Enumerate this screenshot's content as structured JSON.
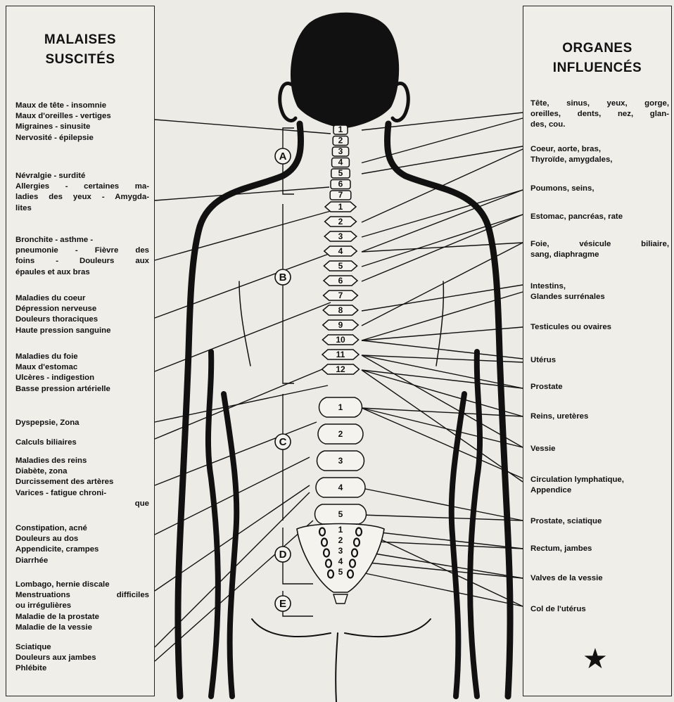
{
  "left_panel": {
    "title_line1": "MALAISES",
    "title_line2": "SUSCITÉS",
    "items": [
      {
        "lines": [
          "Maux de tête - insomnie",
          "Maux d'oreilles - vertiges",
          "Migraines - sinusite",
          "Nervosité - épilepsie"
        ]
      },
      {
        "lines": [
          "Névralgie - surdité",
          "Allergies - certaines ma-",
          "ladies des yeux - Amygda-",
          "lites"
        ]
      },
      {
        "lines": [
          "Bronchite - asthme -",
          "pneumonie - Fièvre des",
          "foins - Douleurs aux",
          "épaules et aux bras"
        ]
      },
      {
        "lines": [
          "Maladies du coeur",
          "Dépression nerveuse",
          "Douleurs thoraciques",
          "Haute pression sanguine"
        ]
      },
      {
        "lines": [
          "Maladies du foie",
          "Maux d'estomac",
          "Ulcères - indigestion",
          "Basse pression artérielle"
        ]
      },
      {
        "lines": [
          "Dyspepsie, Zona"
        ]
      },
      {
        "lines": [
          "Calculs biliaires"
        ]
      },
      {
        "lines": [
          "Maladies des reins",
          "Diabète, zona",
          "Durcissement des artères",
          "Varices - fatigue chroni-",
          "que"
        ]
      },
      {
        "lines": [
          "Constipation, acné",
          "Douleurs au dos",
          "Appendicite, crampes",
          "Diarrhée"
        ]
      },
      {
        "lines": [
          "Lombago, hernie discale",
          "Menstruations difficiles",
          "ou irrégulières",
          "Maladie de la prostate",
          "Maladie de la vessie"
        ]
      },
      {
        "lines": [
          "Sciatique",
          "Douleurs aux jambes",
          "Phlébite"
        ]
      }
    ]
  },
  "right_panel": {
    "title_line1": "ORGANES",
    "title_line2": "INFLUENCÉS",
    "items": [
      {
        "lines": [
          "Tête, sinus, yeux, gorge,",
          "oreilles, dents, nez, glan-",
          "des, cou."
        ]
      },
      {
        "lines": [
          "Coeur, aorte, bras,",
          "Thyroïde, amygdales,"
        ]
      },
      {
        "lines": [
          "Poumons, seins,"
        ]
      },
      {
        "lines": [
          "Estomac, pancréas, rate"
        ]
      },
      {
        "lines": [
          "Foie, vésicule biliaire,",
          "sang, diaphragme"
        ]
      },
      {
        "lines": [
          "Intestins,",
          "Glandes surrénales"
        ]
      },
      {
        "lines": [
          "Testicules ou ovaires"
        ]
      },
      {
        "lines": [
          "Utérus"
        ]
      },
      {
        "lines": [
          "Prostate"
        ]
      },
      {
        "lines": [
          "Reins, uretères"
        ]
      },
      {
        "lines": [
          "Vessie"
        ]
      },
      {
        "lines": [
          "Circulation lymphatique,",
          "Appendice"
        ]
      },
      {
        "lines": [
          "Prostate, sciatique"
        ]
      },
      {
        "lines": [
          "Rectum, jambes"
        ]
      },
      {
        "lines": [
          "Valves de la vessie"
        ]
      },
      {
        "lines": [
          "Col de l'utérus"
        ]
      }
    ],
    "star": "★"
  },
  "spine": {
    "sections": [
      "A",
      "B",
      "C",
      "D",
      "E"
    ],
    "cervical": [
      "1",
      "2",
      "3",
      "4",
      "5",
      "6",
      "7"
    ],
    "thoracic": [
      "1",
      "2",
      "3",
      "4",
      "5",
      "6",
      "7",
      "8",
      "9",
      "10",
      "11",
      "12"
    ],
    "lumbar": [
      "1",
      "2",
      "3",
      "4",
      "5"
    ],
    "sacral": [
      "1",
      "2",
      "3",
      "4",
      "5"
    ]
  }
}
